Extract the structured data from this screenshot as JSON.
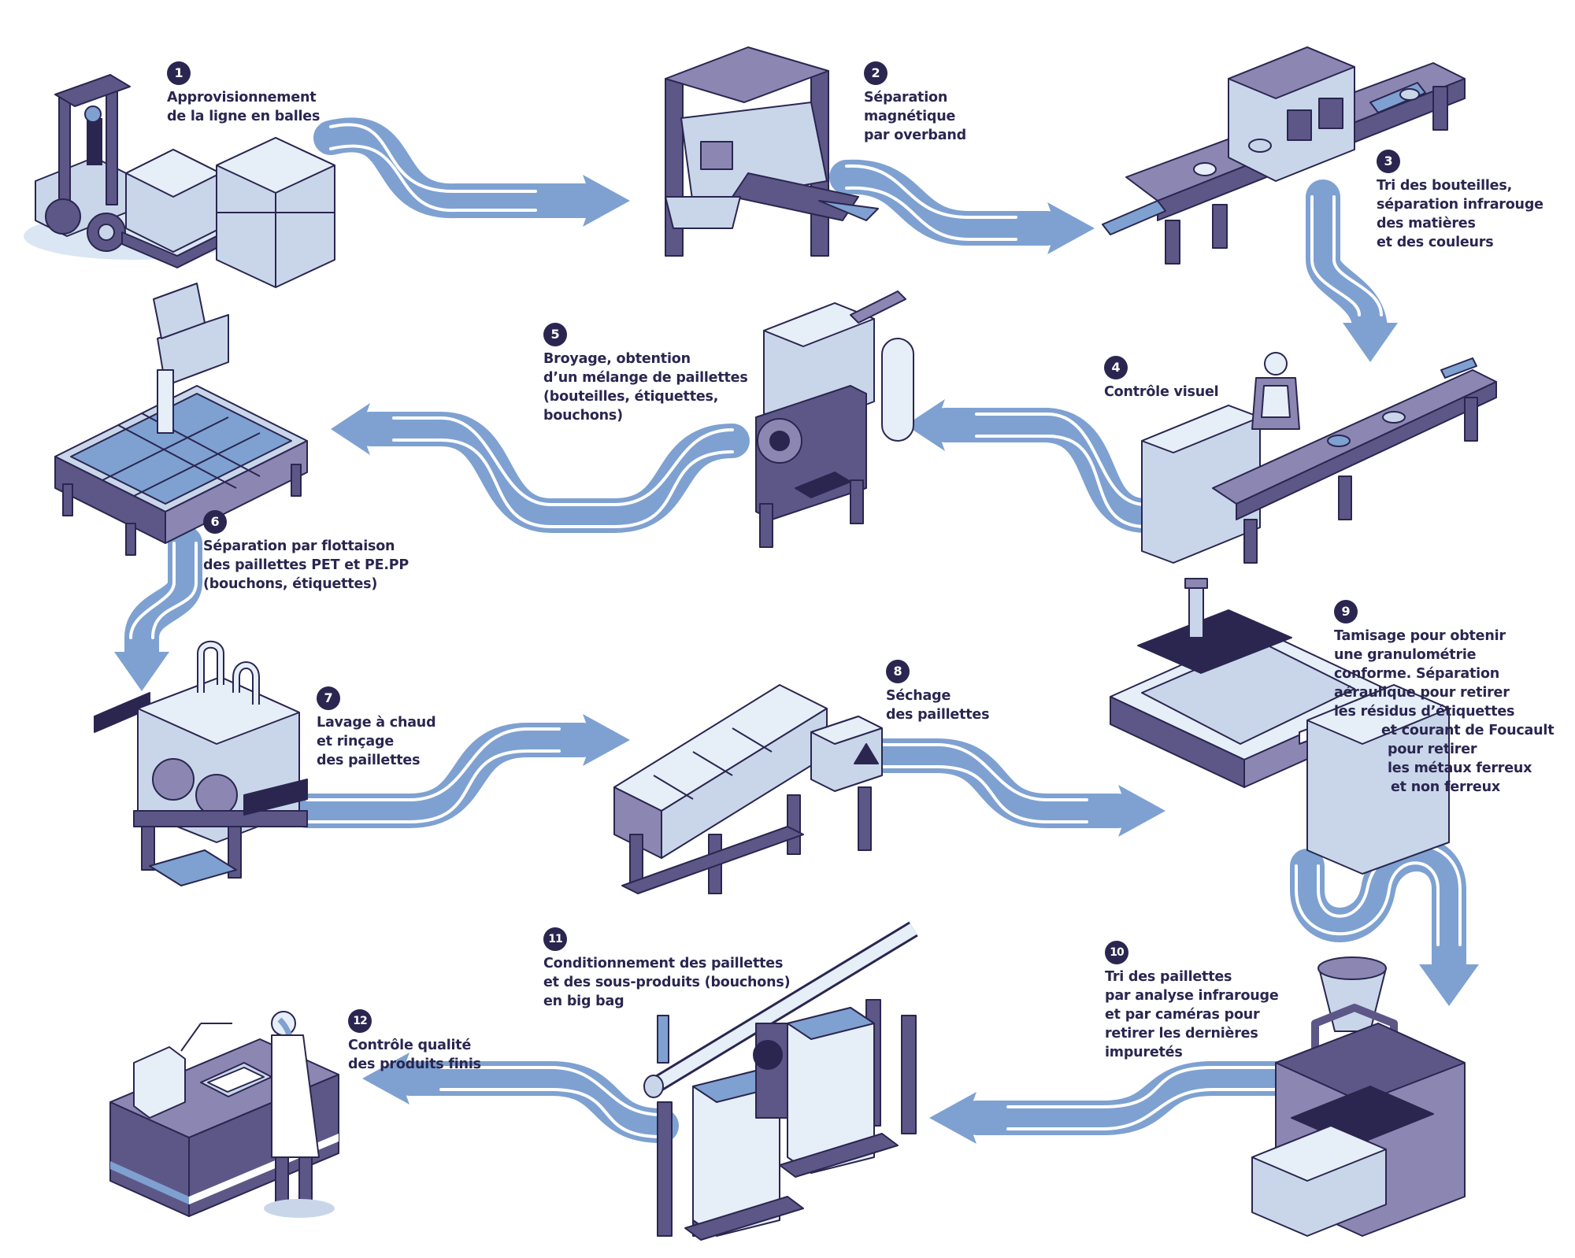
{
  "diagram": {
    "type": "process-flow",
    "language": "fr",
    "colors": {
      "ink": "#2a2650",
      "machine_dark": "#5d5787",
      "machine_mid": "#8c86b3",
      "machine_light": "#c9d6ea",
      "flow_arrow": "#7ea1d1",
      "background": "#ffffff"
    },
    "steps": [
      {
        "number": "1",
        "lines": [
          "Approvisionnement",
          "de la ligne en balles"
        ],
        "illustration": "forklift-with-bales"
      },
      {
        "number": "2",
        "lines": [
          "Séparation",
          "magnétique",
          "par overband"
        ],
        "illustration": "overband-magnet"
      },
      {
        "number": "3",
        "lines": [
          "Tri des bouteilles,",
          "séparation infrarouge",
          "des matières",
          "et des couleurs"
        ],
        "illustration": "infrared-sorting-conveyor"
      },
      {
        "number": "4",
        "lines": [
          "Contrôle visuel"
        ],
        "illustration": "operator-at-conveyor"
      },
      {
        "number": "5",
        "lines": [
          "Broyage, obtention",
          "d’un mélange de paillettes",
          "(bouteilles, étiquettes,",
          "bouchons)"
        ],
        "illustration": "grinder"
      },
      {
        "number": "6",
        "lines": [
          "Séparation par flottaison",
          "des paillettes PET et PE.PP",
          "(bouchons, étiquettes)"
        ],
        "illustration": "flotation-tank"
      },
      {
        "number": "7",
        "lines": [
          "Lavage à chaud",
          "et rinçage",
          "des paillettes"
        ],
        "illustration": "hot-washer"
      },
      {
        "number": "8",
        "lines": [
          "Séchage",
          "des paillettes"
        ],
        "illustration": "dryer"
      },
      {
        "number": "9",
        "lines": [
          "Tamisage pour obtenir",
          "une granulométrie",
          "conforme. Séparation",
          "aéraulique pour retirer",
          "les résidus d’étiquettes",
          "et courant de Foucault",
          "pour retirer",
          "les métaux ferreux",
          "et non ferreux"
        ],
        "illustration": "sieve-eddy-current"
      },
      {
        "number": "10",
        "lines": [
          "Tri des paillettes",
          "par analyse infrarouge",
          "et par caméras pour",
          "retirer les dernières",
          "impuretés"
        ],
        "illustration": "optical-flake-sorter"
      },
      {
        "number": "11",
        "lines": [
          "Conditionnement des paillettes",
          "et des sous-produits (bouchons)",
          "en big bag"
        ],
        "illustration": "big-bag-filling"
      },
      {
        "number": "12",
        "lines": [
          "Contrôle qualité",
          "des produits finis"
        ],
        "illustration": "quality-lab"
      }
    ],
    "flows": [
      {
        "from": "1",
        "to": "2",
        "direction": "right"
      },
      {
        "from": "2",
        "to": "3",
        "direction": "right"
      },
      {
        "from": "3",
        "to": "4",
        "direction": "down"
      },
      {
        "from": "4",
        "to": "5",
        "direction": "left"
      },
      {
        "from": "5",
        "to": "6",
        "direction": "left"
      },
      {
        "from": "6",
        "to": "7",
        "direction": "down"
      },
      {
        "from": "7",
        "to": "8",
        "direction": "right"
      },
      {
        "from": "8",
        "to": "9",
        "direction": "right"
      },
      {
        "from": "9",
        "to": "10",
        "direction": "down"
      },
      {
        "from": "10",
        "to": "11",
        "direction": "left"
      },
      {
        "from": "11",
        "to": "12",
        "direction": "left"
      }
    ]
  }
}
